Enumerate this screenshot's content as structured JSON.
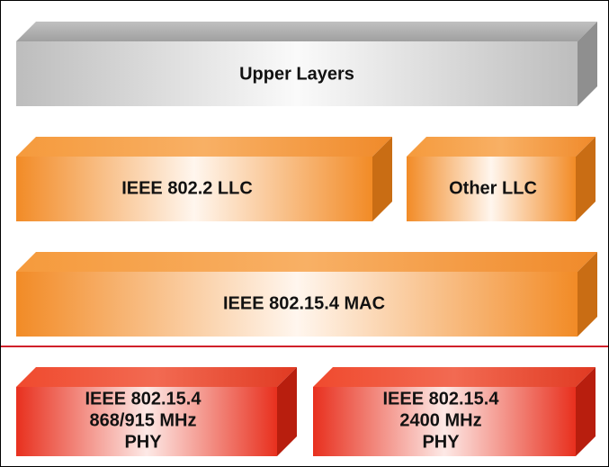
{
  "diagram": {
    "blocks": {
      "upper_layers": {
        "label": "Upper Layers"
      },
      "llc_8022": {
        "label": "IEEE 802.2 LLC"
      },
      "other_llc": {
        "label": "Other LLC"
      },
      "mac": {
        "label": "IEEE 802.15.4 MAC"
      },
      "phy_868": {
        "lines": [
          "IEEE 802.15.4",
          "868/915 MHz",
          "PHY"
        ]
      },
      "phy_2400": {
        "lines": [
          "IEEE 802.15.4",
          "2400 MHz",
          "PHY"
        ]
      }
    },
    "colors": {
      "gray": "#c8c8c8",
      "orange": "#f59a3c",
      "red": "#e8301e",
      "separator": "#d0202a"
    }
  }
}
